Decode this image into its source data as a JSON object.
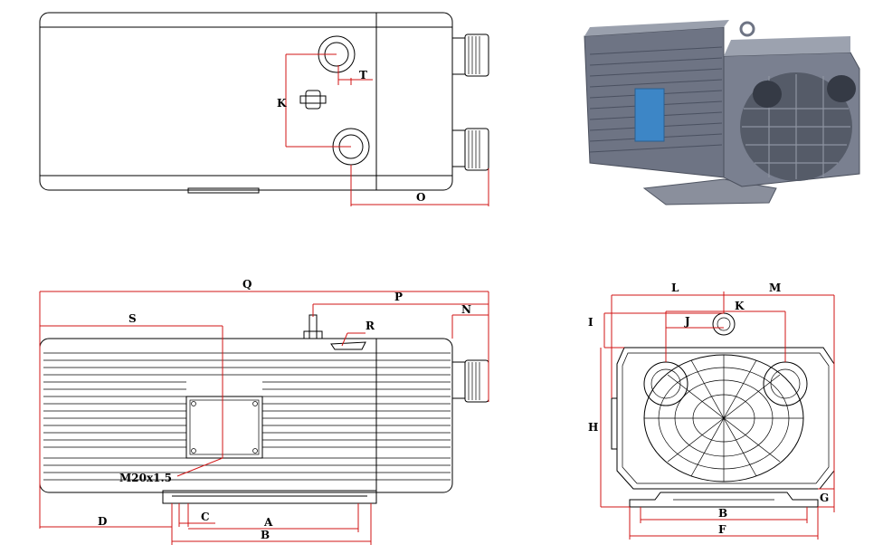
{
  "views": {
    "top": {
      "labels": {
        "k": "K",
        "t": "T",
        "o": "O"
      }
    },
    "side": {
      "labels": {
        "q": "Q",
        "s": "S",
        "p": "P",
        "r": "R",
        "n": "N",
        "d": "D",
        "c": "C",
        "a": "A",
        "b": "B",
        "thread": "M20x1.5"
      }
    },
    "front": {
      "labels": {
        "l": "L",
        "m": "M",
        "k": "K",
        "j": "J",
        "i": "I",
        "h": "H",
        "g": "G",
        "b": "B",
        "f": "F"
      }
    }
  },
  "colors": {
    "dimension": "#d21414",
    "line": "#000000",
    "render_body": "#6e7484"
  }
}
